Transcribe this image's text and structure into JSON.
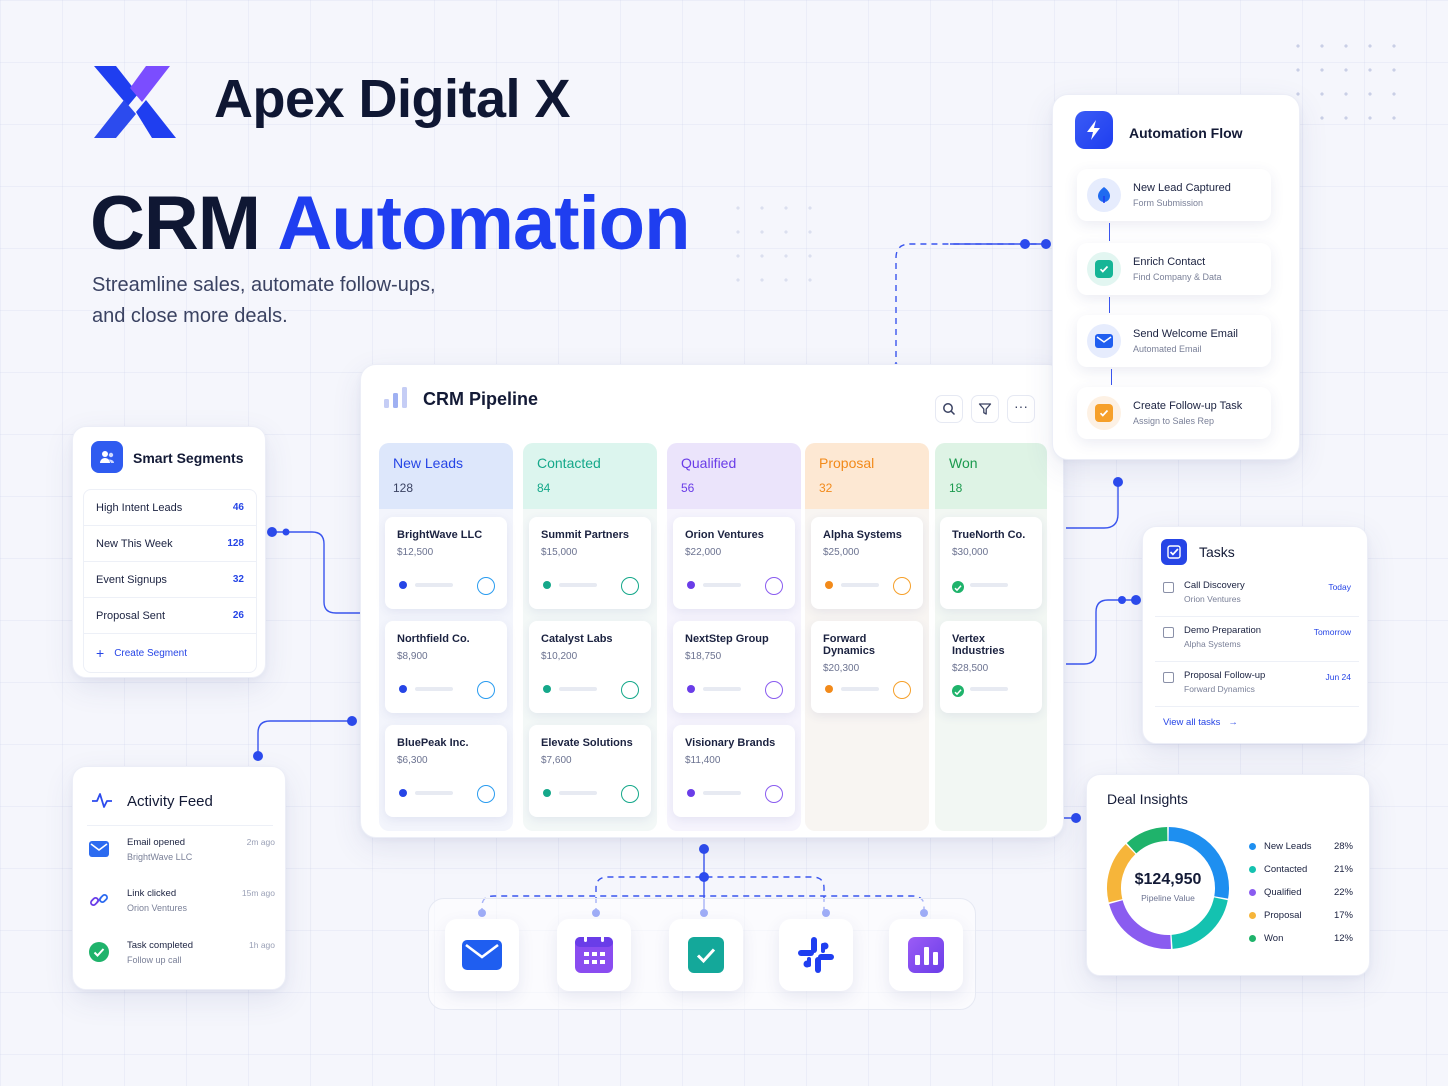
{
  "brand": {
    "name": "Apex Digital X",
    "logo_colors": [
      "#1f3ef0",
      "#7b4dff"
    ]
  },
  "hero": {
    "title_plain": "CRM",
    "title_accent": "Automation",
    "subtitle_line1": "Streamline sales, automate follow-ups,",
    "subtitle_line2": "and close more deals."
  },
  "colors": {
    "accent": "#1f3ef0",
    "new_leads": "#2645e6",
    "contacted": "#15a88a",
    "qualified": "#6a3de8",
    "proposal": "#f28a1a",
    "won": "#1fb36b"
  },
  "smart_segments": {
    "title": "Smart Segments",
    "icon": "users-icon",
    "items": [
      {
        "label": "High Intent Leads",
        "count": "46"
      },
      {
        "label": "New This Week",
        "count": "128"
      },
      {
        "label": "Event Signups",
        "count": "32"
      },
      {
        "label": "Proposal Sent",
        "count": "26"
      }
    ],
    "create_label": "Create Segment"
  },
  "pipeline": {
    "title": "CRM Pipeline",
    "toolbar_icons": [
      "search-icon",
      "filter-icon",
      "more-icon"
    ],
    "columns": [
      {
        "name": "New Leads",
        "count": "128",
        "deals": [
          {
            "name": "BrightWave LLC",
            "value": "$12,500"
          },
          {
            "name": "Northfield Co.",
            "value": "$8,900"
          },
          {
            "name": "BluePeak Inc.",
            "value": "$6,300"
          }
        ]
      },
      {
        "name": "Contacted",
        "count": "84",
        "deals": [
          {
            "name": "Summit Partners",
            "value": "$15,000"
          },
          {
            "name": "Catalyst Labs",
            "value": "$10,200"
          },
          {
            "name": "Elevate Solutions",
            "value": "$7,600"
          }
        ]
      },
      {
        "name": "Qualified",
        "count": "56",
        "deals": [
          {
            "name": "Orion Ventures",
            "value": "$22,000"
          },
          {
            "name": "NextStep Group",
            "value": "$18,750"
          },
          {
            "name": "Visionary Brands",
            "value": "$11,400"
          }
        ]
      },
      {
        "name": "Proposal",
        "count": "32",
        "deals": [
          {
            "name": "Alpha Systems",
            "value": "$25,000"
          },
          {
            "name": "Forward Dynamics",
            "value": "$20,300"
          }
        ]
      },
      {
        "name": "Won",
        "count": "18",
        "deals": [
          {
            "name": "TrueNorth Co.",
            "value": "$30,000"
          },
          {
            "name": "Vertex Industries",
            "value": "$28,500"
          }
        ]
      }
    ]
  },
  "automation": {
    "title": "Automation Flow",
    "steps": [
      {
        "title": "New Lead Captured",
        "sub": "Form Submission",
        "icon": "lead-capture-icon"
      },
      {
        "title": "Enrich Contact",
        "sub": "Find Company & Data",
        "icon": "check-icon"
      },
      {
        "title": "Send Welcome Email",
        "sub": "Automated Email",
        "icon": "mail-icon"
      },
      {
        "title": "Create Follow-up Task",
        "sub": "Assign to Sales Rep",
        "icon": "task-icon"
      }
    ]
  },
  "tasks": {
    "title": "Tasks",
    "items": [
      {
        "name": "Call Discovery",
        "sub": "Orion Ventures",
        "due": "Today"
      },
      {
        "name": "Demo Preparation",
        "sub": "Alpha Systems",
        "due": "Tomorrow"
      },
      {
        "name": "Proposal Follow-up",
        "sub": "Forward Dynamics",
        "due": "Jun 24"
      }
    ],
    "view_all": "View all tasks"
  },
  "activity": {
    "title": "Activity Feed",
    "items": [
      {
        "title": "Email opened",
        "sub": "BrightWave LLC",
        "time": "2m ago",
        "icon": "mail-icon"
      },
      {
        "title": "Link clicked",
        "sub": "Orion Ventures",
        "time": "15m ago",
        "icon": "link-icon"
      },
      {
        "title": "Task completed",
        "sub": "Follow up call",
        "time": "1h ago",
        "icon": "check-circle-icon"
      }
    ]
  },
  "insights": {
    "title": "Deal Insights",
    "total": "$124,950",
    "total_label": "Pipeline Value",
    "segments": [
      {
        "label": "New Leads",
        "pct": "28%",
        "value": 28,
        "color": "#1e8ff0"
      },
      {
        "label": "Contacted",
        "pct": "21%",
        "value": 21,
        "color": "#14c2b0"
      },
      {
        "label": "Qualified",
        "pct": "22%",
        "value": 22,
        "color": "#8a5cf0"
      },
      {
        "label": "Proposal",
        "pct": "17%",
        "value": 17,
        "color": "#f6b53a"
      },
      {
        "label": "Won",
        "pct": "12%",
        "value": 12,
        "color": "#1fb36b"
      }
    ]
  },
  "integrations": [
    "email-icon",
    "calendar-icon",
    "checkbox-icon",
    "slack-icon",
    "analytics-icon"
  ]
}
